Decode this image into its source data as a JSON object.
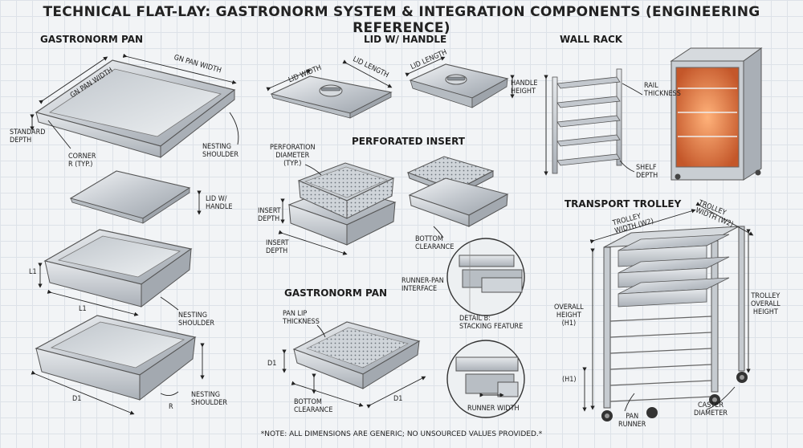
{
  "title": "TECHNICAL FLAT-LAY: GASTRONORM SYSTEM & INTEGRATION COMPONENTS (ENGINEERING REFERENCE)",
  "sections": {
    "gastronorm_pan_top": "GASTRONORM PAN",
    "lid_with_handle": "LID W/ HANDLE",
    "wall_rack": "WALL RACK",
    "perforated_insert": "PERFORATED INSERT",
    "gastronorm_pan_center": "GASTRONORM PAN",
    "transport_trolley": "TRANSPORT TROLLEY"
  },
  "labels": {
    "gn_pan_width_1": "GN PAN WIDTH",
    "gn_pan_width_2": "GN PAN WIDTH",
    "standard_depth": "STANDARD\nDEPTH",
    "corner_r": "CORNER\nR (TYP.)",
    "nesting_shoulder_1": "NESTING\nSHOULDER",
    "lid_w_handle": "LID W/\nHANDLE",
    "l1_side": "L1",
    "l1_bottom": "L1",
    "nesting_shoulder_2": "NESTING\nSHOULDER",
    "d1_bottom": "D1",
    "r_bottom": "R",
    "nesting_shoulder_3": "NESTING\nSHOULDER",
    "lid_width": "LID WIDTH",
    "lid_length_1": "LID LENGTH",
    "lid_length_2": "LID LENGTH",
    "handle_height": "HANDLE\nHEIGHT",
    "perforation_diameter": "PERFORATION\nDIAMETER\n(TYP.)",
    "insert_depth_1": "INSERT\nDEPTH",
    "insert_depth_2": "INSERT\nDEPTH",
    "bottom_clearance_1": "BOTTOM\nCLEARANCE",
    "runner_pan_interface": "RUNNER-PAN\nINTERFACE",
    "detail_b": "DETAIL B:\nSTACKING FEATURE",
    "pan_lip_thickness": "PAN LIP\nTHICKNESS",
    "d1_center": "D1",
    "d1_center_bottom": "D1",
    "bottom_clearance_2": "BOTTOM\nCLEARANCE",
    "runner_width": "RUNNER WIDTH",
    "rail_thickness": "RAIL\nTHICKNESS",
    "shelf_depth": "SHELF\nDEPTH",
    "trolley_width_1": "TROLLEY\nWIDTH (W2)",
    "trolley_width_2": "TROLLEY\nWIDTH (W2)",
    "overall_height": "OVERALL\nHEIGHT\n(H1)",
    "trolley_overall_height": "TROLLEY\nOVERALL\nHEIGHT",
    "h1": "(H1)",
    "pan_runner": "PAN\nRUNNER",
    "caster_diameter": "CASTER\nDIAMETER"
  },
  "footnote": "*NOTE: ALL DIMENSIONS ARE GENERIC; NO UNSOURCED VALUES PROVIDED.*"
}
